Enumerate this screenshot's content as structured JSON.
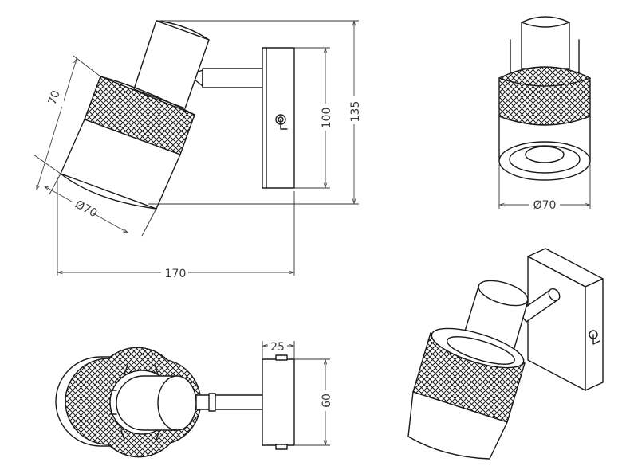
{
  "dimensions": {
    "side_height_total": "135",
    "side_height_plate": "100",
    "side_shade_length": "70",
    "side_shade_diameter": "Ø70",
    "side_width_total": "170",
    "front_shade_diameter": "Ø70",
    "top_plate_depth": "25",
    "top_plate_width": "60"
  }
}
